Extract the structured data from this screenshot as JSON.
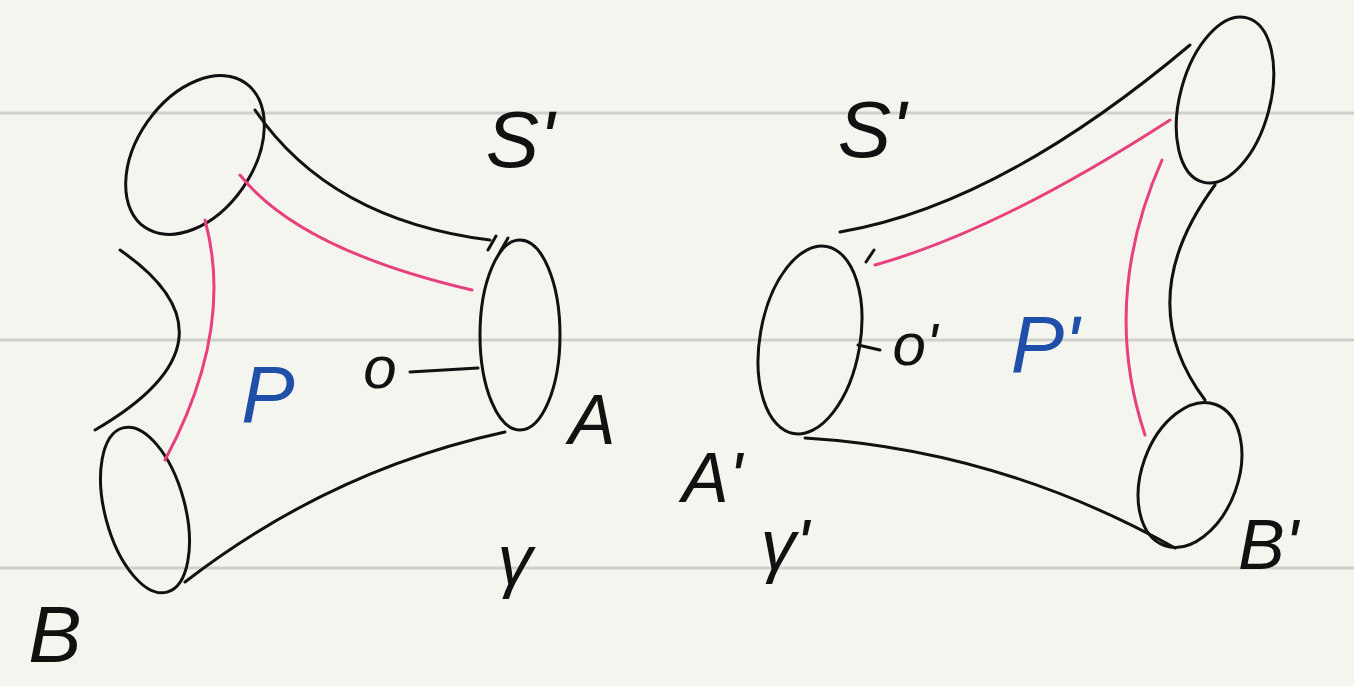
{
  "diagram": {
    "labels": [
      "S'",
      "P",
      "o",
      "A",
      "γ",
      "B",
      "S'",
      "o'",
      "P'",
      "A'",
      "γ'",
      "B'"
    ]
  }
}
